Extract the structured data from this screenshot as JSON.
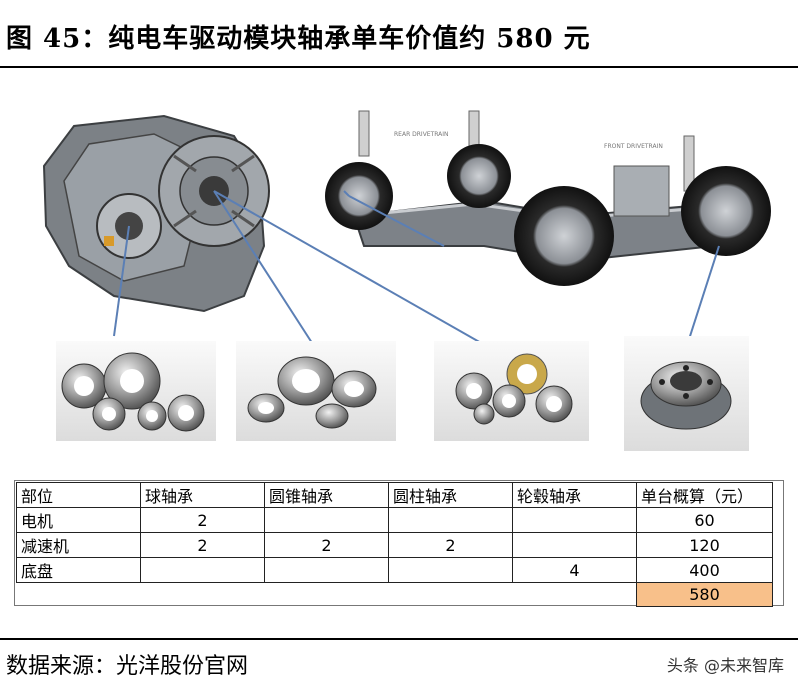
{
  "title": "图 45：纯电车驱动模块轴承单车价值约 580 元",
  "figure": {
    "chassis_labels": [
      "REAR DRIVETRAIN",
      "FRONT DRIVETRAIN"
    ]
  },
  "table": {
    "headers": [
      "部位",
      "球轴承",
      "圆锥轴承",
      "圆柱轴承",
      "轮毂轴承",
      "单台概算（元）"
    ],
    "rows": [
      [
        "电机",
        "2",
        "",
        "",
        "",
        "60"
      ],
      [
        "减速机",
        "2",
        "2",
        "2",
        "",
        "120"
      ],
      [
        "底盘",
        "",
        "",
        "",
        "4",
        "400"
      ]
    ],
    "total": "580"
  },
  "source": "数据来源：光洋股份官网",
  "watermark": "头条 @未来智库"
}
